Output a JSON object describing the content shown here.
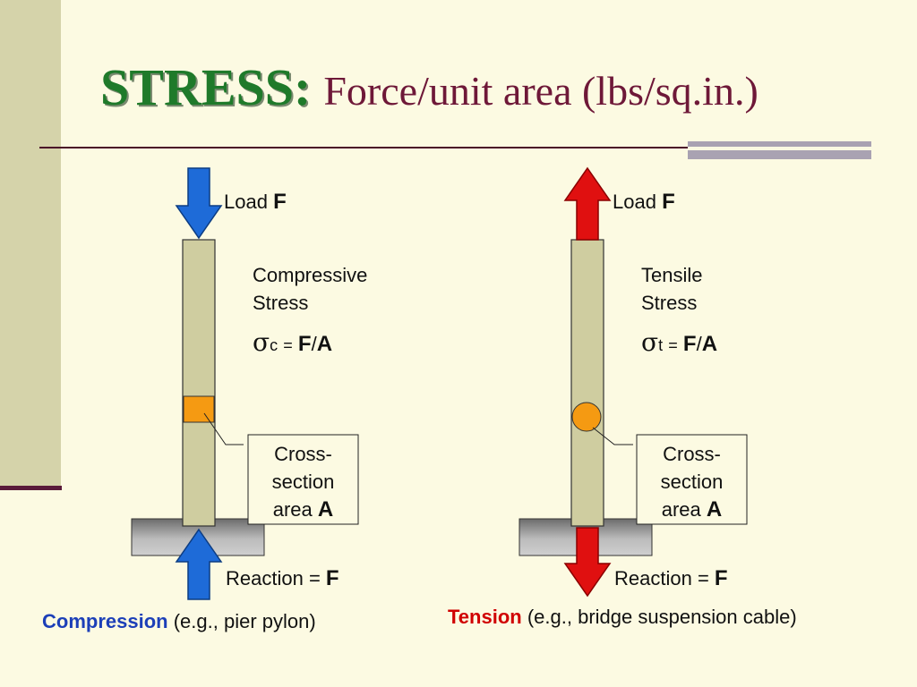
{
  "title": {
    "keyword": "STRESS:",
    "rest": "Force/unit area (lbs/sq.in.)"
  },
  "left": {
    "load_label": "Load",
    "load_symbol": "F",
    "stress_line1": "Compressive",
    "stress_line2": "Stress",
    "formula_symbol": "σ",
    "formula_sub": "c",
    "formula_eq": "=",
    "formula_f": "F",
    "formula_slash": "/",
    "formula_a": "A",
    "box_line1": "Cross-",
    "box_line2": "section",
    "box_line3": "area",
    "box_symbol": "A",
    "reaction_label": "Reaction =",
    "reaction_symbol": "F",
    "caption_key": "Compression",
    "caption_rest": "(e.g., pier pylon)"
  },
  "right": {
    "load_label": "Load",
    "load_symbol": "F",
    "stress_line1": "Tensile",
    "stress_line2": "Stress",
    "formula_symbol": "σ",
    "formula_sub": "t",
    "formula_eq": "=",
    "formula_f": "F",
    "formula_slash": "/",
    "formula_a": "A",
    "box_line1": "Cross-",
    "box_line2": "section",
    "box_line3": "area",
    "box_symbol": "A",
    "reaction_label": "Reaction =",
    "reaction_symbol": "F",
    "caption_key": "Tension",
    "caption_rest": "(e.g., bridge suspension cable)"
  },
  "colors": {
    "compression_arrow": "#1e6bd8",
    "tension_arrow": "#e01010",
    "column_fill": "#cfcda0",
    "cross_section_fill": "#f59a12",
    "title_keyword": "#1f7a2a",
    "title_rest": "#6e1838"
  },
  "icons": {
    "compression_load": "arrow-down-icon",
    "compression_reaction": "arrow-up-icon",
    "tension_load": "arrow-up-icon",
    "tension_reaction": "arrow-down-icon"
  }
}
